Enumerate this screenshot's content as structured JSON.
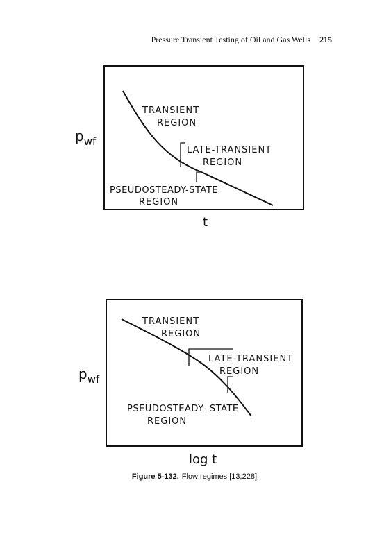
{
  "running_head": {
    "title": "Pressure Transient Testing of Oil and Gas Wells",
    "page_number": "215"
  },
  "figure_top": {
    "ylabel_main": "p",
    "ylabel_sub": "wf",
    "xlabel": "t",
    "transient_line1": "TRANSIENT",
    "transient_line2": "REGION",
    "late_line1": "LATE-TRANSIENT",
    "late_line2": "REGION",
    "pss_line1": "PSEUDOSTEADY-STATE",
    "pss_line2": "REGION"
  },
  "figure_bottom": {
    "ylabel_main": "p",
    "ylabel_sub": "wf",
    "xlabel": "log t",
    "transient_line1": "TRANSIENT",
    "transient_line2": "REGION",
    "late_line1": "LATE-TRANSIENT",
    "late_line2": "REGION",
    "pss_line1": "PSEUDOSTEADY- STATE",
    "pss_line2": "REGION"
  },
  "caption": {
    "label": "Figure 5-132.",
    "text": "Flow regimes [13,228]."
  }
}
